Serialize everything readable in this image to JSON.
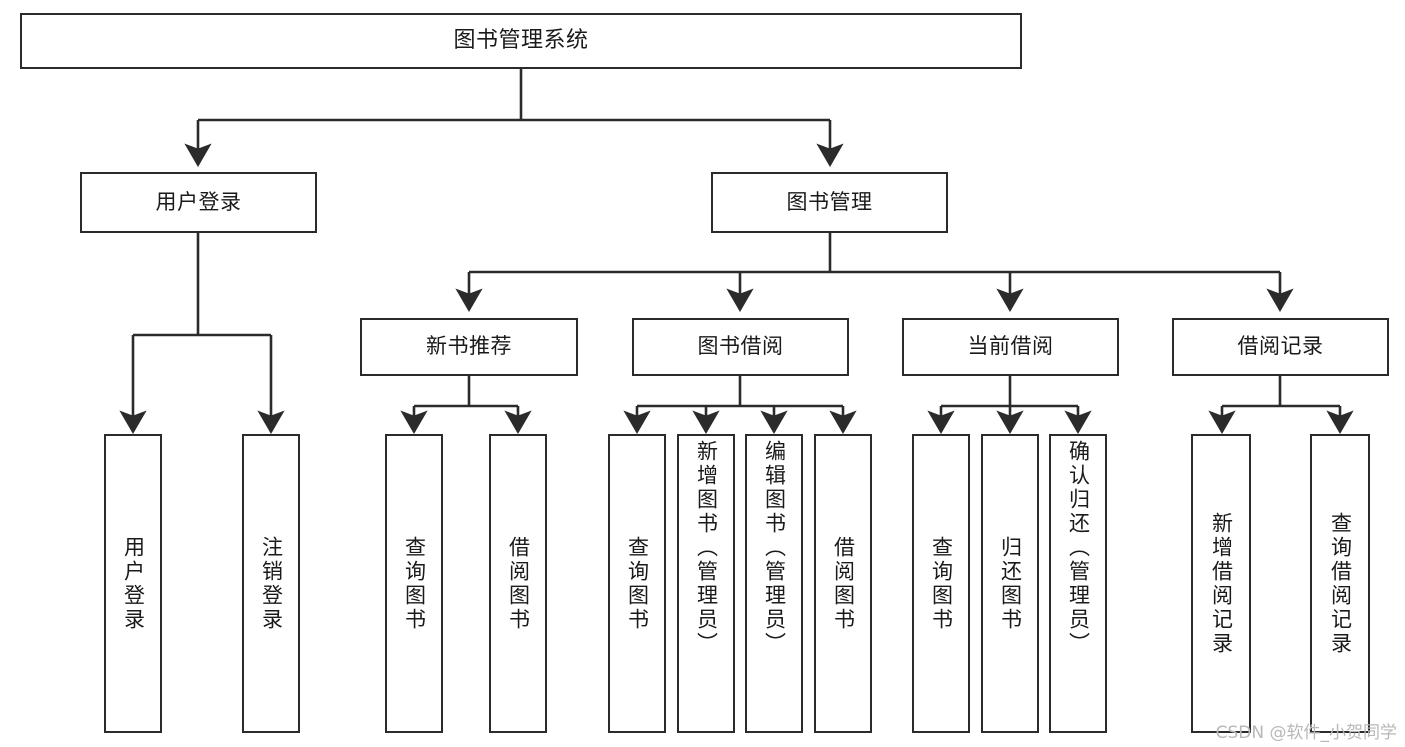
{
  "diagram": {
    "title": "图书管理系统",
    "type": "tree-hierarchy-chart",
    "orientation": "top-down",
    "style": {
      "box_border_color": "#2b2b2b",
      "box_fill_color": "#ffffff",
      "edge_color": "#2b2b2b",
      "text_color": "#1a1a1a",
      "background_color": "#ffffff"
    }
  },
  "nodes": {
    "root": {
      "label": "图书管理系统"
    },
    "level2": [
      {
        "id": "user-login",
        "label": "用户登录"
      },
      {
        "id": "book-manage",
        "label": "图书管理"
      }
    ],
    "level3": [
      {
        "id": "new-book-recommend",
        "label": "新书推荐"
      },
      {
        "id": "book-borrow",
        "label": "图书借阅"
      },
      {
        "id": "current-borrow",
        "label": "当前借阅"
      },
      {
        "id": "borrow-record",
        "label": "借阅记录"
      }
    ],
    "leaves": {
      "user_login": [
        {
          "id": "leaf-user-login",
          "label": "用户登录"
        },
        {
          "id": "leaf-logout-login",
          "label": "注销登录"
        }
      ],
      "new_book_recommend": [
        {
          "id": "leaf-query-book-1",
          "label": "查询图书"
        },
        {
          "id": "leaf-borrow-book-1",
          "label": "借阅图书"
        }
      ],
      "book_borrow": [
        {
          "id": "leaf-query-book-2",
          "label": "查询图书"
        },
        {
          "id": "leaf-add-book",
          "label": "新增图书（管理员）"
        },
        {
          "id": "leaf-edit-book",
          "label": "编辑图书（管理员）"
        },
        {
          "id": "leaf-borrow-book-2",
          "label": "借阅图书"
        }
      ],
      "current_borrow": [
        {
          "id": "leaf-query-book-3",
          "label": "查询图书"
        },
        {
          "id": "leaf-return-book",
          "label": "归还图书"
        },
        {
          "id": "leaf-confirm-return",
          "label": "确认归还（管理员）"
        }
      ],
      "borrow_record": [
        {
          "id": "leaf-add-record",
          "label": "新增借阅记录"
        },
        {
          "id": "leaf-query-record",
          "label": "查询借阅记录"
        }
      ]
    }
  },
  "watermark": {
    "text": "CSDN @软件_小贺同学"
  }
}
